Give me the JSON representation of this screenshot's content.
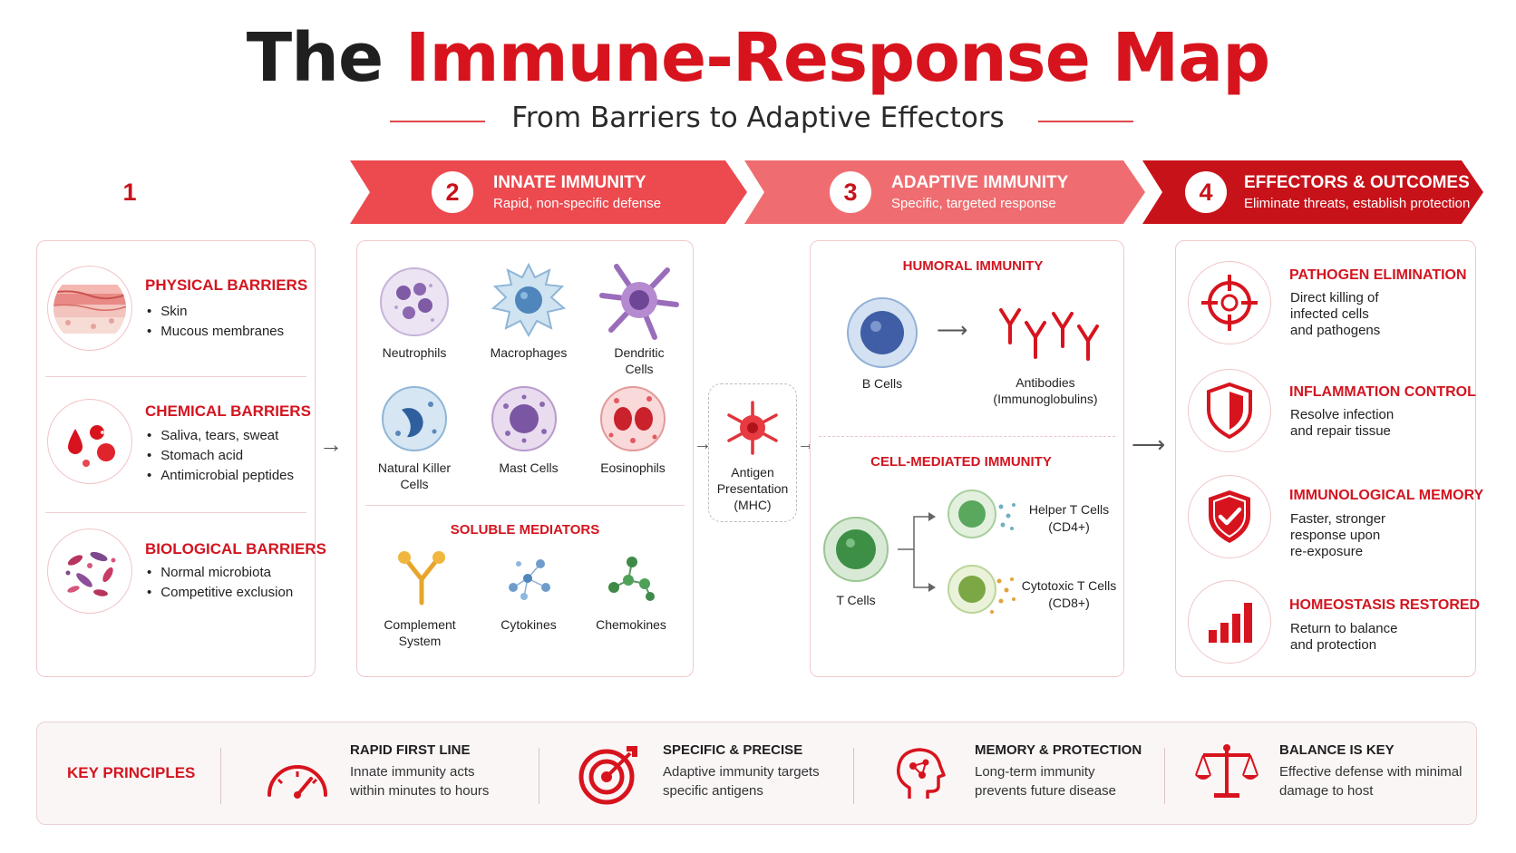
{
  "header": {
    "title_part1": "The",
    "title_part2": "Immune-Response Map",
    "subtitle": "From Barriers to Adaptive Effectors"
  },
  "stages": [
    {
      "number": "1",
      "title": "BARRIERS",
      "subtitle": "Keep threats out",
      "color": "#d8141e"
    },
    {
      "number": "2",
      "title": "INNATE IMMUNITY",
      "subtitle": "Rapid, non-specific defense",
      "color": "#ec4a4f"
    },
    {
      "number": "3",
      "title": "ADAPTIVE IMMUNITY",
      "subtitle": "Specific, targeted response",
      "color": "#ef6d70"
    },
    {
      "number": "4",
      "title": "EFFECTORS & OUTCOMES",
      "subtitle": "Eliminate threats, establish protection",
      "color": "#c8121a"
    }
  ],
  "barriers": [
    {
      "title": "PHYSICAL BARRIERS",
      "items": [
        "Skin",
        "Mucous membranes"
      ],
      "icon": "skin-layers-icon"
    },
    {
      "title": "CHEMICAL BARRIERS",
      "items": [
        "Saliva, tears, sweat",
        "Stomach acid",
        "Antimicrobial peptides"
      ],
      "icon": "droplets-icon"
    },
    {
      "title": "BIOLOGICAL BARRIERS",
      "items": [
        "Normal microbiota",
        "Competitive exclusion"
      ],
      "icon": "microbiota-icon"
    }
  ],
  "innate": {
    "cells": [
      "Neutrophils",
      "Macrophages",
      "Dendritic Cells",
      "Natural Killer Cells",
      "Mast Cells",
      "Eosinophils"
    ],
    "mediators_title": "SOLUBLE MEDIATORS",
    "mediators": [
      "Complement System",
      "Cytokines",
      "Chemokines"
    ]
  },
  "antigen_presentation": "Antigen Presentation (MHC)",
  "adaptive": {
    "humoral_title": "HUMORAL IMMUNITY",
    "b_cells": "B Cells",
    "antibodies": "Antibodies",
    "antibodies_sub": "(Immunoglobulins)",
    "cell_mediated_title": "CELL-MEDIATED IMMUNITY",
    "t_cells": "T Cells",
    "helper": "Helper T Cells",
    "helper_sub": "(CD4+)",
    "cytotoxic": "Cytotoxic T Cells",
    "cytotoxic_sub": "(CD8+)"
  },
  "outcomes": [
    {
      "title": "PATHOGEN ELIMINATION",
      "text": [
        "Direct killing of",
        "infected cells",
        "and pathogens"
      ],
      "icon": "crosshair-icon"
    },
    {
      "title": "INFLAMMATION CONTROL",
      "text": [
        "Resolve infection",
        "and repair tissue"
      ],
      "icon": "shield-icon"
    },
    {
      "title": "IMMUNOLOGICAL MEMORY",
      "text": [
        "Faster, stronger",
        "response upon",
        "re-exposure"
      ],
      "icon": "shield-check-icon"
    },
    {
      "title": "HOMEOSTASIS RESTORED",
      "text": [
        "Return to balance",
        "and protection"
      ],
      "icon": "bar-chart-icon"
    }
  ],
  "key_principles": {
    "label": "KEY PRINCIPLES",
    "items": [
      {
        "title": "RAPID FIRST LINE",
        "text": [
          "Innate immunity acts",
          "within minutes to hours"
        ],
        "icon": "speedometer-icon"
      },
      {
        "title": "SPECIFIC & PRECISE",
        "text": [
          "Adaptive immunity targets",
          "specific antigens"
        ],
        "icon": "target-icon"
      },
      {
        "title": "MEMORY & PROTECTION",
        "text": [
          "Long-term immunity",
          "prevents future disease"
        ],
        "icon": "head-network-icon"
      },
      {
        "title": "BALANCE IS KEY",
        "text": [
          "Effective defense with minimal",
          "damage to host"
        ],
        "icon": "scales-icon"
      }
    ]
  },
  "colors": {
    "accent": "#d7141e",
    "panel_border": "#f0c9cb",
    "key_background": "#fbf6f6"
  }
}
